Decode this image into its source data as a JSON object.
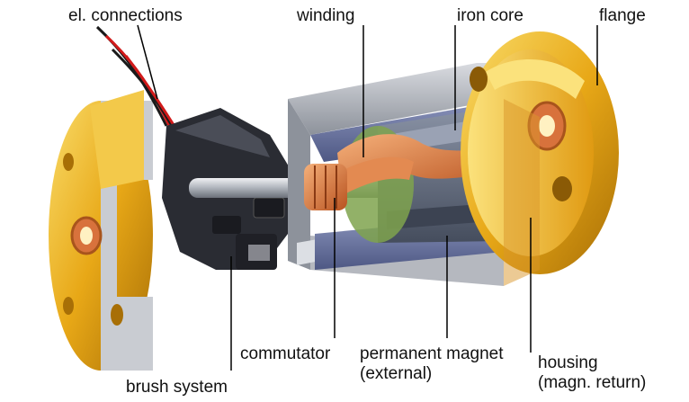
{
  "labels": {
    "el_connections": "el. connections",
    "winding": "winding",
    "iron_core": "iron core",
    "flange": "flange",
    "commutator": "commutator",
    "permanent_magnet_line1": "permanent magnet",
    "permanent_magnet_line2": "(external)",
    "housing_line1": "housing",
    "housing_line2": "(magn. return)",
    "brush_system": "brush system"
  },
  "colors": {
    "gold": "#e8a817",
    "gold_light": "#f7d35a",
    "gold_dark": "#b07808",
    "steel": "#8a8f98",
    "steel_light": "#c9ccd2",
    "magnet_blue": "#6f7aa6",
    "core_gray": "#5d6677",
    "copper": "#d8723c",
    "brush_black": "#2a2c33",
    "wire_red": "#d11a1a",
    "leader_line": "#000000"
  }
}
